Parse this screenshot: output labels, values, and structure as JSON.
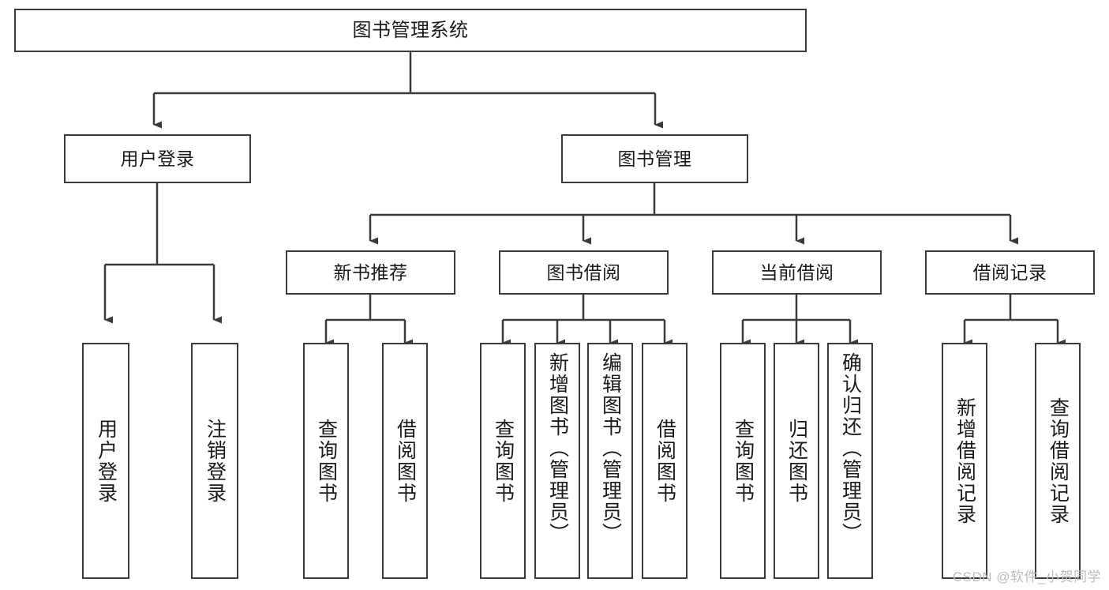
{
  "diagram": {
    "title": "图书管理系统",
    "type": "hierarchy-tree",
    "stroke_color": "#3a3a3a",
    "background_color": "#ffffff",
    "text_color": "#1a1a1a"
  },
  "nodes": {
    "root": {
      "label": "图书管理系统",
      "level": 1
    },
    "level2": [
      {
        "label": "用户登录",
        "level": 2
      },
      {
        "label": "图书管理",
        "level": 2
      }
    ],
    "level3": [
      {
        "label": "新书推荐",
        "level": 3
      },
      {
        "label": "图书借阅",
        "level": 3
      },
      {
        "label": "当前借阅",
        "level": 3
      },
      {
        "label": "借阅记录",
        "level": 3
      }
    ],
    "leaves": {
      "user_login": [
        {
          "label": "用户登录"
        },
        {
          "label": "注销登录"
        }
      ],
      "new_book_recommend": [
        {
          "label": "查询图书"
        },
        {
          "label": "借阅图书"
        }
      ],
      "book_borrow": [
        {
          "label": "查询图书"
        },
        {
          "label": "新增图书（管理员）"
        },
        {
          "label": "编辑图书（管理员）"
        },
        {
          "label": "借阅图书"
        }
      ],
      "current_borrow": [
        {
          "label": "查询图书"
        },
        {
          "label": "归还图书"
        },
        {
          "label": "确认归还（管理员）"
        }
      ],
      "borrow_record": [
        {
          "label": "新增借阅记录"
        },
        {
          "label": "查询借阅记录"
        }
      ]
    }
  },
  "watermark": {
    "text": "CSDN @软件_小贺同学"
  }
}
